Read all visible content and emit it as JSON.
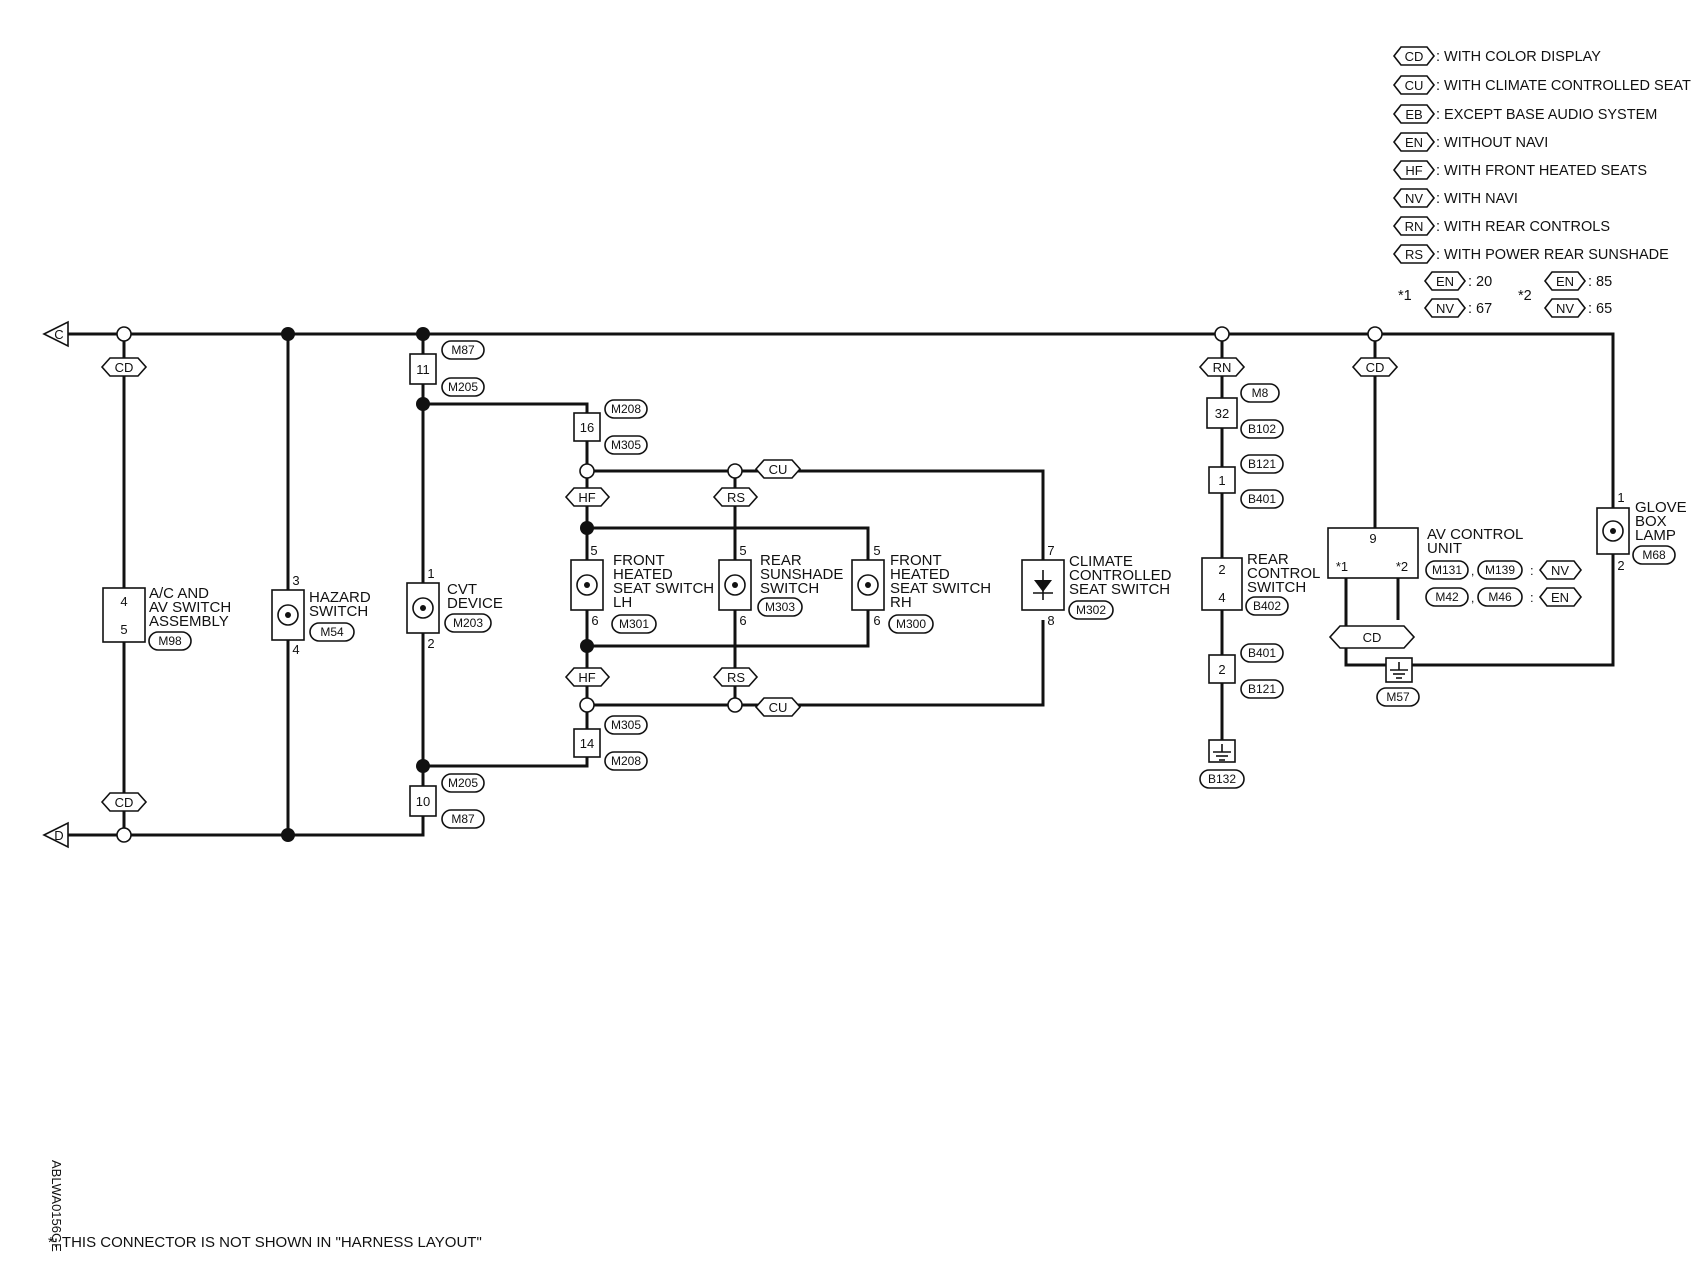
{
  "legend": [
    {
      "code": "CD",
      "text": ": WITH COLOR DISPLAY"
    },
    {
      "code": "CU",
      "text": ": WITH CLIMATE CONTROLLED SEAT"
    },
    {
      "code": "EB",
      "text": ": EXCEPT BASE AUDIO SYSTEM"
    },
    {
      "code": "EN",
      "text": ": WITHOUT NAVI"
    },
    {
      "code": "HF",
      "text": ": WITH FRONT HEATED SEATS"
    },
    {
      "code": "NV",
      "text": ": WITH NAVI"
    },
    {
      "code": "RN",
      "text": ": WITH REAR CONTROLS"
    },
    {
      "code": "RS",
      "text": ": WITH POWER REAR SUNSHADE"
    }
  ],
  "notes": {
    "star1": {
      "label": "*1",
      "rows": [
        {
          "code": "EN",
          "value": ": 20"
        },
        {
          "code": "NV",
          "value": ": 67"
        }
      ]
    },
    "star2": {
      "label": "*2",
      "rows": [
        {
          "code": "EN",
          "value": ": 85"
        },
        {
          "code": "NV",
          "value": ": 65"
        }
      ]
    }
  },
  "terminals": {
    "top": "C",
    "bottom": "D"
  },
  "components": {
    "ac_av": {
      "name": [
        "A/C AND",
        "AV SWITCH",
        "ASSEMBLY"
      ],
      "pins": [
        "4",
        "5"
      ],
      "connector": "M98"
    },
    "hazard": {
      "name": [
        "HAZARD",
        "SWITCH"
      ],
      "pins": [
        "3",
        "4"
      ],
      "connector": "M54"
    },
    "cvt": {
      "name": [
        "CVT",
        "DEVICE"
      ],
      "pins": [
        "1",
        "2"
      ],
      "connector": "M203"
    },
    "front_lh": {
      "name": [
        "FRONT",
        "HEATED",
        "SEAT SWITCH",
        "LH"
      ],
      "pins": [
        "5",
        "6"
      ],
      "connector": "M301"
    },
    "rear_sunshade": {
      "name": [
        "REAR",
        "SUNSHADE",
        "SWITCH"
      ],
      "pins": [
        "5",
        "6"
      ],
      "connector": "M303"
    },
    "front_rh": {
      "name": [
        "FRONT",
        "HEATED",
        "SEAT SWITCH",
        "RH"
      ],
      "pins": [
        "5",
        "6"
      ],
      "connector": "M300"
    },
    "climate": {
      "name": [
        "CLIMATE",
        "CONTROLLED",
        "SEAT SWITCH"
      ],
      "pins": [
        "7",
        "8"
      ],
      "connector": "M302"
    },
    "rear_control": {
      "name": [
        "REAR",
        "CONTROL",
        "SWITCH"
      ],
      "pins": [
        "2",
        "4"
      ],
      "connector": "B402"
    },
    "av_control": {
      "name": [
        "AV CONTROL",
        "UNIT"
      ],
      "pins": [
        "9",
        "*1",
        "*2"
      ],
      "connectors": [
        "M131",
        "M139",
        "M42",
        "M46"
      ],
      "conds": [
        "NV",
        "EN"
      ],
      "comma": ","
    },
    "glove": {
      "name": [
        "GLOVE",
        "BOX",
        "LAMP"
      ],
      "pins": [
        "1",
        "2"
      ],
      "connector": "M68"
    }
  },
  "joints": {
    "j11": {
      "pin": "11",
      "c1": "M87",
      "c2": "M205"
    },
    "j10": {
      "pin": "10",
      "c1": "M205",
      "c2": "M87"
    },
    "j16": {
      "pin": "16",
      "c1": "M208",
      "c2": "M305"
    },
    "j14": {
      "pin": "14",
      "c1": "M305",
      "c2": "M208"
    },
    "j32": {
      "pin": "32",
      "c1": "M8",
      "c2": "B102"
    },
    "j1": {
      "pin": "1",
      "c1": "B121",
      "c2": "B401"
    },
    "j2": {
      "pin": "2",
      "c1": "B401",
      "c2": "B121"
    }
  },
  "grounds": {
    "rear": "B132",
    "av": "M57"
  },
  "conditions": {
    "cd": "CD",
    "hf": "HF",
    "rs": "RS",
    "cu": "CU",
    "rn": "RN"
  },
  "footer": {
    "note": "*: THIS CONNECTOR IS NOT SHOWN IN \"HARNESS LAYOUT\"",
    "code": "ABLWA0156GE"
  }
}
